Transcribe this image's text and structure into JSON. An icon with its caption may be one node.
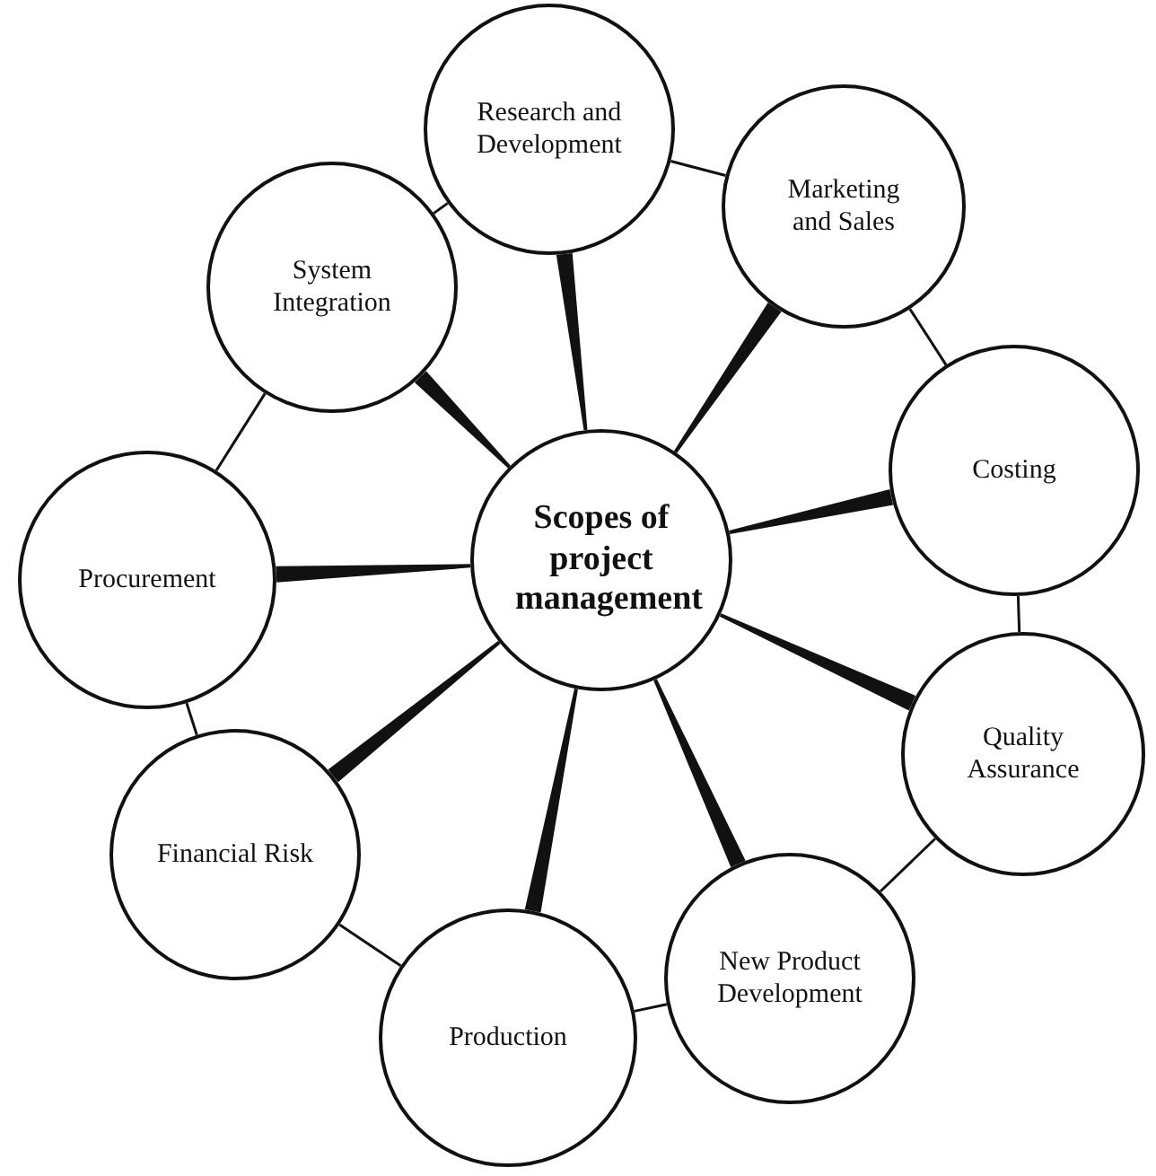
{
  "diagram": {
    "nodes": [
      {
        "text": [
          "Scopes of project management"
        ]
      },
      {
        "text": [
          "Research and Development"
        ]
      },
      {
        "text": [
          "Marketing and Sales"
        ]
      },
      {
        "text": [
          "Costing"
        ]
      },
      {
        "text": [
          "Quality Assurance"
        ]
      },
      {
        "text": [
          "New Product Development"
        ]
      },
      {
        "text": [
          "Production"
        ]
      },
      {
        "text": [
          "Financial Risk"
        ]
      },
      {
        "text": [
          "Procurement"
        ]
      },
      {
        "text": [
          "System Integration"
        ]
      }
    ],
    "edges": [
      {
        "from": 0,
        "to": 1,
        "arrow": "none",
        "style": "thick"
      },
      {
        "from": 0,
        "to": 2,
        "arrow": "none",
        "style": "thick"
      },
      {
        "from": 0,
        "to": 3,
        "arrow": "none",
        "style": "thick"
      },
      {
        "from": 0,
        "to": 4,
        "arrow": "none",
        "style": "thick"
      },
      {
        "from": 0,
        "to": 5,
        "arrow": "none",
        "style": "thick"
      },
      {
        "from": 0,
        "to": 6,
        "arrow": "none",
        "style": "thick"
      },
      {
        "from": 0,
        "to": 7,
        "arrow": "none",
        "style": "thick"
      },
      {
        "from": 0,
        "to": 8,
        "arrow": "none",
        "style": "thick"
      },
      {
        "from": 0,
        "to": 9,
        "arrow": "none",
        "style": "thick"
      },
      {
        "from": 9,
        "to": 1,
        "arrow": "none"
      },
      {
        "from": 1,
        "to": 2,
        "arrow": "none"
      },
      {
        "from": 2,
        "to": 3,
        "arrow": "none"
      },
      {
        "from": 3,
        "to": 4,
        "arrow": "none"
      },
      {
        "from": 4,
        "to": 5,
        "arrow": "none"
      },
      {
        "from": 5,
        "to": 6,
        "arrow": "none"
      },
      {
        "from": 6,
        "to": 7,
        "arrow": "none"
      },
      {
        "from": 7,
        "to": 8,
        "arrow": "none"
      },
      {
        "from": 8,
        "to": 9,
        "arrow": "none"
      }
    ]
  }
}
